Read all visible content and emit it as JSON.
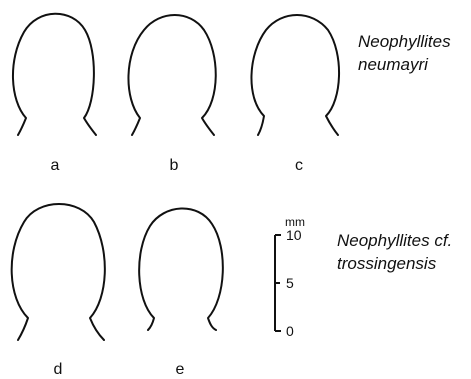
{
  "specimens": [
    {
      "label": "a"
    },
    {
      "label": "b"
    },
    {
      "label": "c"
    },
    {
      "label": "d"
    },
    {
      "label": "e"
    }
  ],
  "species": {
    "top": {
      "line1": "Neophyllites",
      "line2": "neumayri"
    },
    "bottom": {
      "line1": "Neophyllites cf.",
      "line2": "trossingensis"
    }
  },
  "scale_bar": {
    "unit": "mm",
    "ticks": [
      "10",
      "5",
      "0"
    ]
  }
}
